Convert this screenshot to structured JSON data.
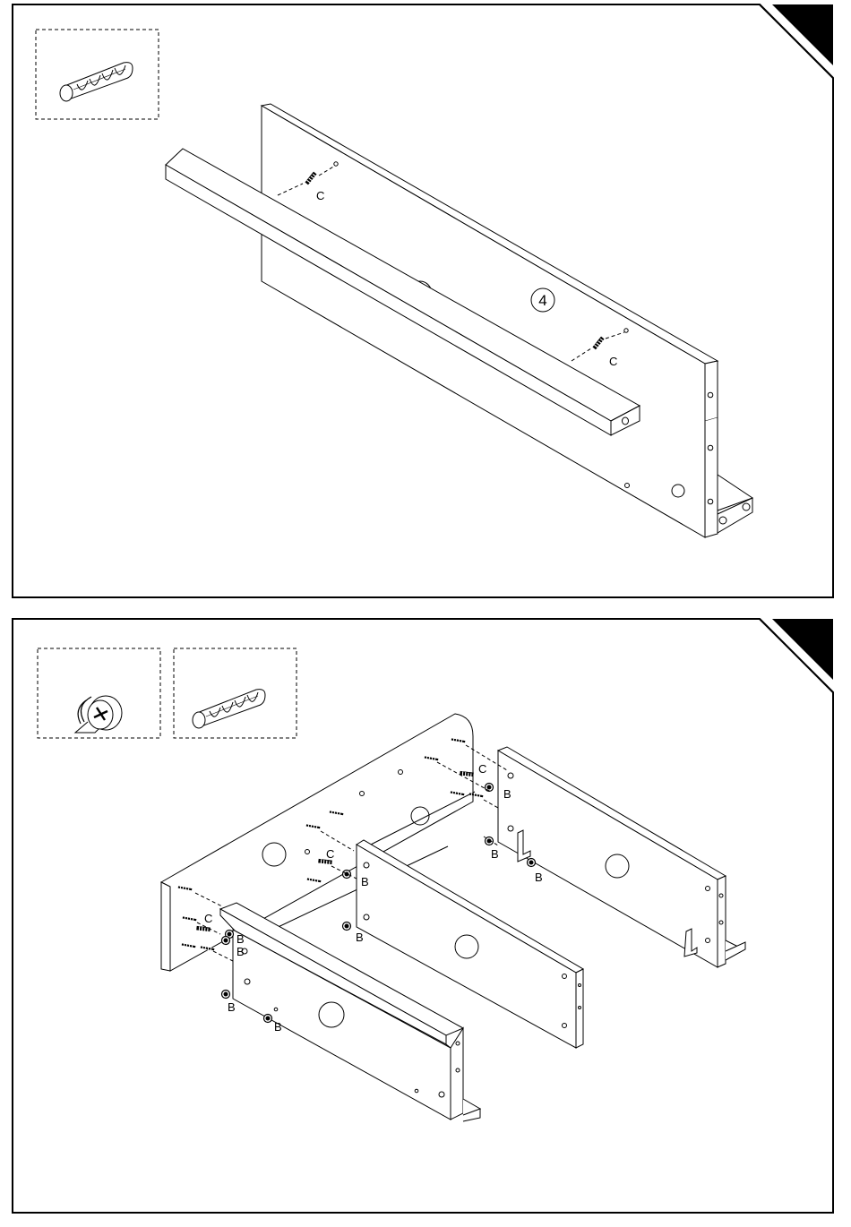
{
  "step_panels": [
    {
      "step_number": "4",
      "parts": [
        {
          "icon": "dowel-icon"
        }
      ],
      "callouts": [
        "C",
        "C"
      ]
    },
    {
      "step_number": "",
      "parts": [
        {
          "icon": "cam-lock-icon"
        },
        {
          "icon": "dowel-icon"
        }
      ],
      "callouts": [
        "C",
        "B",
        "C",
        "B",
        "B",
        "B",
        "B",
        "C",
        "B",
        "B",
        "B",
        "B"
      ]
    }
  ],
  "colors": {
    "line": "#000000",
    "background": "#ffffff"
  }
}
